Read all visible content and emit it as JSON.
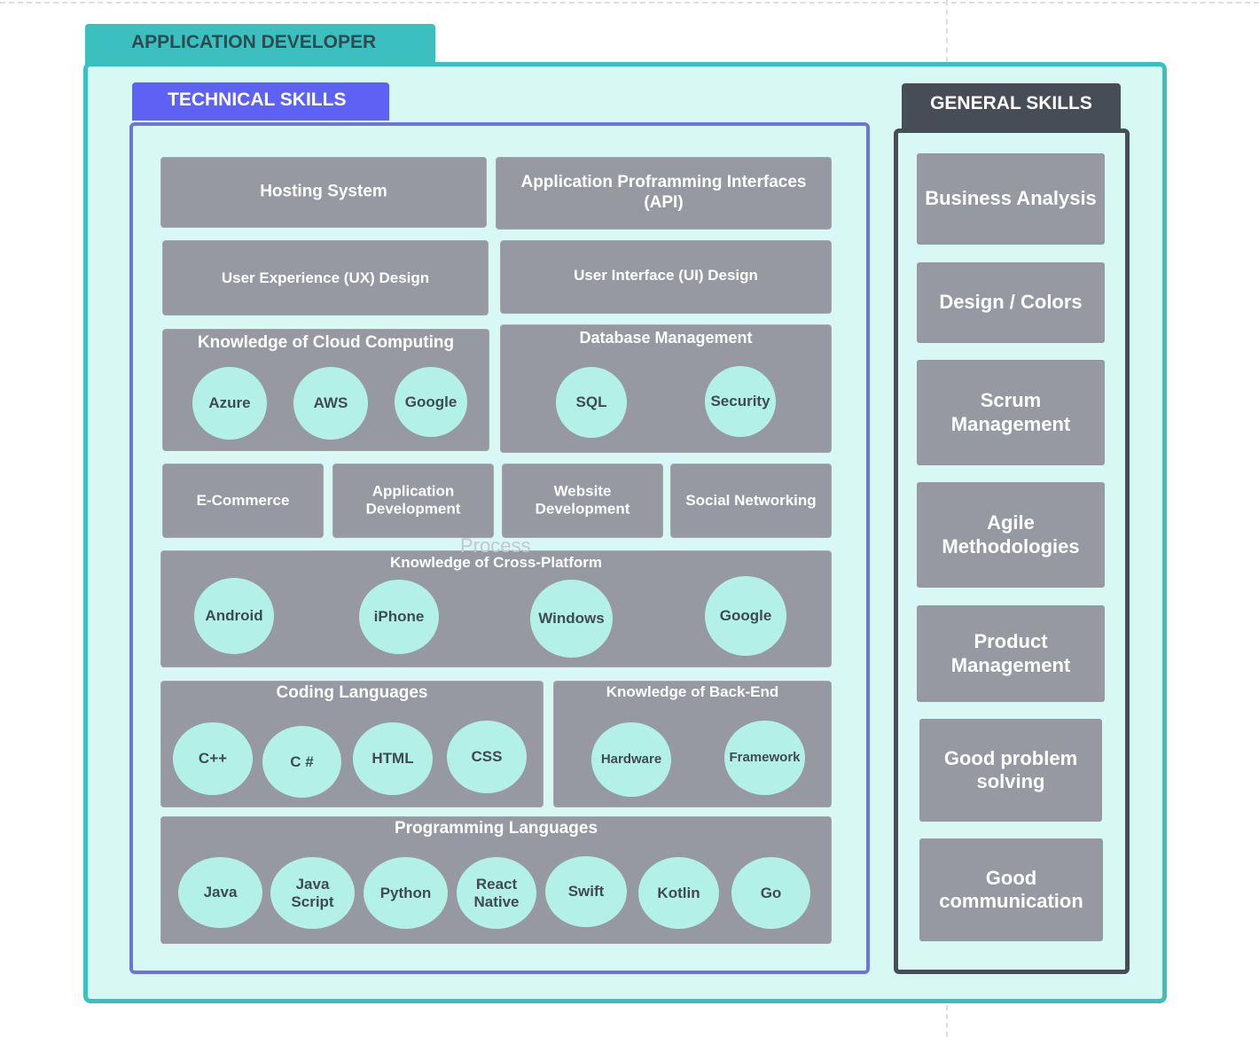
{
  "diagram": {
    "title": "APPLICATION DEVELOPER",
    "technical": {
      "title": "TECHNICAL SKILLS",
      "hosting": "Hosting System",
      "api": "Application Proframming Interfaces (API)",
      "ux": "User Experience (UX) Design",
      "ui": "User Interface (UI) Design",
      "cloud": {
        "title": "Knowledge of Cloud Computing",
        "items": [
          "Azure",
          "AWS",
          "Google"
        ]
      },
      "database": {
        "title": "Database Management",
        "items": [
          "SQL",
          "Security"
        ]
      },
      "ecommerce": "E-Commerce",
      "appdev": "Application Development",
      "webdev": "Website Development",
      "social": "Social Networking",
      "process_text": "Process",
      "cross": {
        "title": "Knowledge of Cross-Platform",
        "items": [
          "Android",
          "iPhone",
          "Windows",
          "Google"
        ]
      },
      "coding": {
        "title": "Coding Languages",
        "items": [
          "C++",
          "C #",
          "HTML",
          "CSS"
        ]
      },
      "backend": {
        "title": "Knowledge of Back-End",
        "items": [
          "Hardware",
          "Framework"
        ]
      },
      "programming": {
        "title": "Programming Languages",
        "items": [
          "Java",
          "Java Script",
          "Python",
          "React Native",
          "Swift",
          "Kotlin",
          "Go"
        ]
      }
    },
    "general": {
      "title": "GENERAL SKILLS",
      "items": [
        "Business Analysis",
        "Design / Colors",
        "Scrum Management",
        "Agile Methodologies",
        "Product Management",
        "Good problem solving",
        "Good communication"
      ]
    }
  },
  "colors": {
    "outer_border": "#3bbfbf",
    "outer_fill": "#d8f8f3",
    "technical_accent": "#5d62f5",
    "general_accent": "#474d56",
    "box_fill": "#9699a1",
    "circle_fill": "#b3f0e8"
  }
}
